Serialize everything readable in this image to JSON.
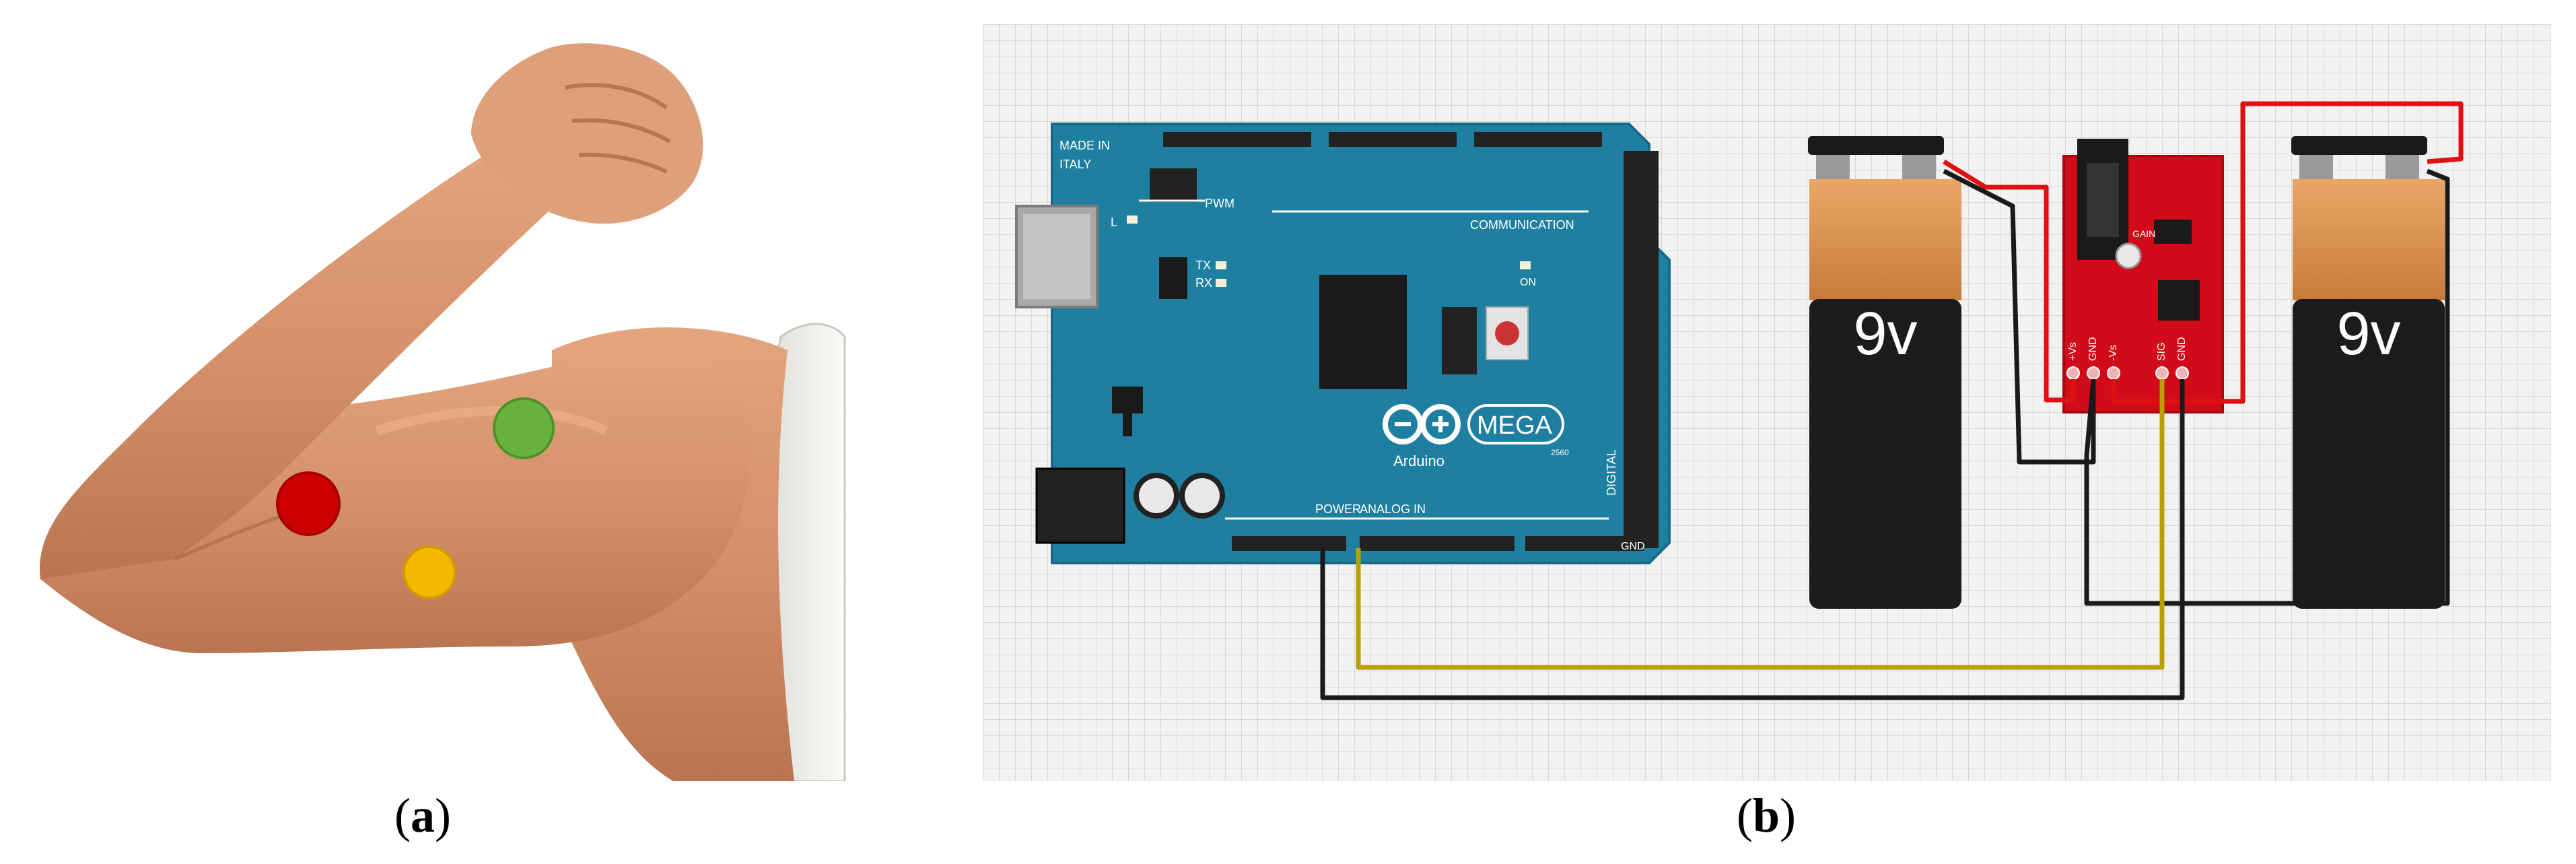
{
  "panel_a": {
    "caption_open": "(",
    "caption_letter": "a",
    "caption_close": ")",
    "electrodes": [
      {
        "name": "red-electrode",
        "color": "#cc0000"
      },
      {
        "name": "yellow-electrode",
        "color": "#f5b800"
      },
      {
        "name": "green-electrode",
        "color": "#6ab23e"
      }
    ],
    "skin_color": "#d9956e",
    "shirt_color": "#f3f3f0"
  },
  "panel_b": {
    "caption_open": "(",
    "caption_letter": "b",
    "caption_close": ")",
    "board": {
      "made_in": "MADE IN",
      "italy": "ITALY",
      "brand": "Arduino",
      "model": "MEGA",
      "model_number": "2560",
      "pwm": "PWM",
      "communication": "COMMUNICATION",
      "power": "POWER",
      "analog_in": "ANALOG IN",
      "digital": "DIGITAL",
      "led_l": "L",
      "led_tx": "TX",
      "led_rx": "RX",
      "led_on": "ON",
      "gnd": "GND",
      "color": "#1e7fa0"
    },
    "batteries": [
      {
        "label": "9v"
      },
      {
        "label": "9v"
      }
    ],
    "sensor": {
      "pins": [
        "+Vs",
        "GND",
        "-Vs",
        "SIG",
        "GND"
      ],
      "gain": "GAIN",
      "color": "#d10b1a"
    },
    "wire_colors": {
      "black": "#1a1a1a",
      "red": "#e01010",
      "signal": "#b8a000"
    }
  }
}
